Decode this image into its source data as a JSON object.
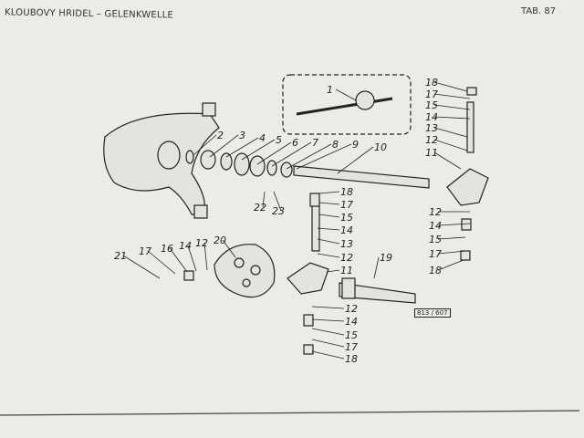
{
  "header": {
    "title": "KLOUBOVY HRIDEL – GELENKWELLE",
    "table": "TAB. 87"
  },
  "reference": "813 / 607",
  "callouts": [
    "1",
    "18",
    "17",
    "15",
    "14",
    "13",
    "12",
    "11",
    "2",
    "3",
    "4",
    "5",
    "6",
    "7",
    "8",
    "9",
    "10",
    "22",
    "23",
    "18",
    "17",
    "15",
    "14",
    "13",
    "12",
    "11",
    "19",
    "21",
    "17",
    "16",
    "14",
    "12",
    "20",
    "12",
    "14",
    "15",
    "17",
    "18",
    "12",
    "14",
    "15",
    "17",
    "18"
  ]
}
